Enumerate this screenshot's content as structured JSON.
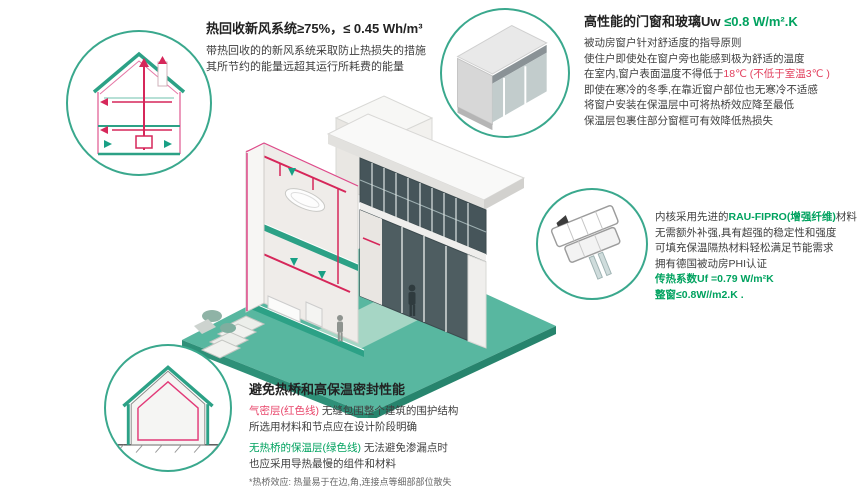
{
  "palette": {
    "brand_teal": "#2ca186",
    "ring_teal": "#3aa88d",
    "ground_teal": "#58b7a0",
    "duct_red": "#d6275a",
    "airtight_magenta": "#e0488a",
    "text_green": "#00a25f",
    "text_red": "#e2405e",
    "glass_dark": "#46555a"
  },
  "ventilation": {
    "title": "热回收新风系统≥75%，≤ 0.45 Wh/m³",
    "line1": "带热回收的的新风系统采取防止热损失的措施",
    "line2": "其所节约的能量远超其运行所耗费的能量"
  },
  "windows": {
    "title_black": "高性能的门窗和玻璃Uw ",
    "title_green": "≤0.8 W/m².K",
    "line1": "被动房窗户针对舒适度的指导原则",
    "line2": "使住户即使处在窗户旁也能感到极为舒适的温度",
    "line3_dark": "在室内,窗户表面温度不得低于",
    "line3_red": "18℃ (不低于室温3℃ )",
    "line4": "即使在寒冷的冬季,在靠近窗户部位也无寒冷不适感",
    "line5": "将窗户安装在保温层中可将热桥效应降至最低",
    "line6": "保温层包裹住部分窗框可有效降低热损失"
  },
  "profile": {
    "line1_dark": "内核采用先进的",
    "line1_green": "RAU-FIPRO(增强纤维)",
    "line1_suffix": "材料",
    "line2": "无需额外补强,具有超强的稳定性和强度",
    "line3": "可填充保温隔热材料轻松满足节能需求",
    "line4": "拥有德国被动房PHI认证",
    "line5_green": "传热系数Uf =0.79 W/m²K",
    "line6_green": "整窗≤0.8W//m2.K ."
  },
  "thermal": {
    "title": "避免热桥和高保温密封性能",
    "line1_red": "气密层(红色线)",
    "line1_dark": " 无缝包围整个建筑的围护结构",
    "line2": "所选用材料和节点应在设计阶段明确",
    "line3_green": "无热桥的保温层(绿色线)",
    "line3_dark": " 无法避免渗漏点时",
    "line4": "也应采用导热最慢的组件和材料",
    "footnote": "*热桥效应: 热量易于在边,角,连接点等细部部位散失"
  }
}
